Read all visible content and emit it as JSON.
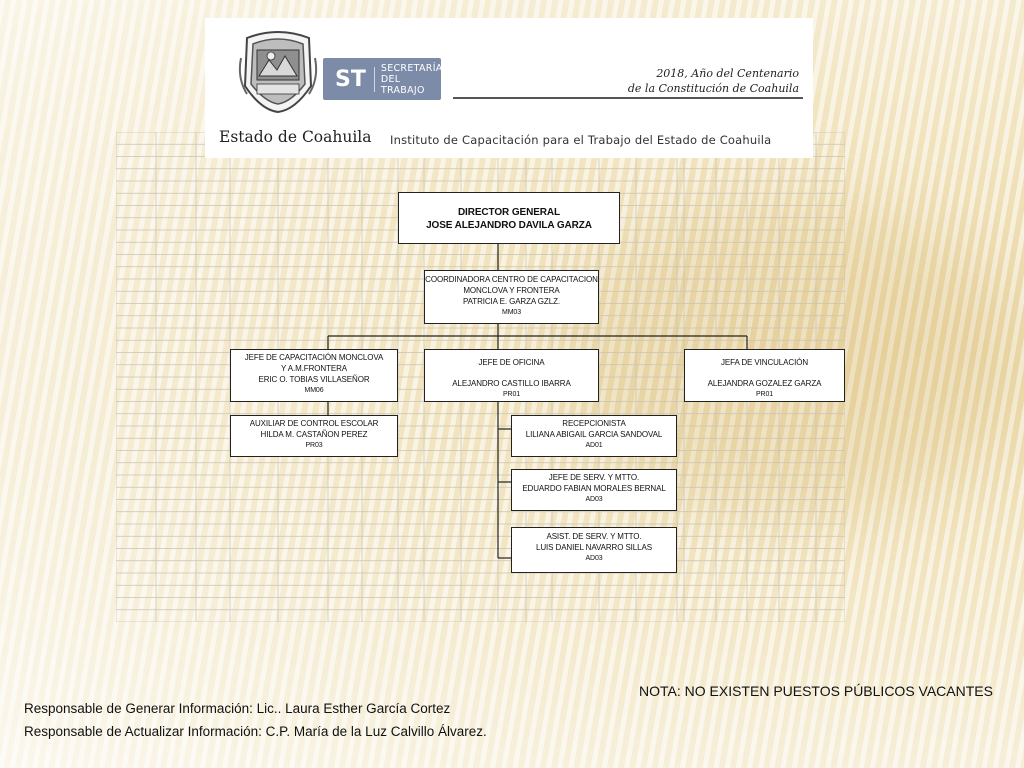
{
  "header": {
    "year_line1": "2018, Año del Centenario",
    "year_line2": "de la Constitución de Coahuila",
    "st_abbr": "ST",
    "st_line1": "SECRETARÍA",
    "st_line2": "DEL TRABAJO",
    "state_name": "Estado de Coahuila",
    "institute": "Instituto de Capacitación para el Trabajo del Estado de Coahuila"
  },
  "org": {
    "director": {
      "title": "DIRECTOR GENERAL",
      "name": "JOSE ALEJANDRO DAVILA GARZA"
    },
    "coordinadora": {
      "title1": "COORDINADORA CENTRO DE CAPACITACION",
      "title2": "MONCLOVA Y FRONTERA",
      "name": "PATRICIA E. GARZA GZLZ.",
      "code": "MM03"
    },
    "jefe_capacitacion": {
      "title1": "JEFE DE CAPACITACIÓN MONCLOVA",
      "title2": "Y A.M.FRONTERA",
      "name": "ERIC O. TOBIAS VILLASEÑOR",
      "code": "MM06"
    },
    "jefe_oficina": {
      "title": "JEFE DE OFICINA",
      "name": "ALEJANDRO CASTILLO IBARRA",
      "code": "PR01"
    },
    "jefa_vinculacion": {
      "title": "JEFA DE VINCULACIÓN",
      "name": "ALEJANDRA GOZALEZ GARZA",
      "code": "PR01"
    },
    "auxiliar": {
      "title": "AUXILIAR DE CONTROL ESCOLAR",
      "name": "HILDA M. CASTAÑON PEREZ",
      "code": "PR03"
    },
    "recepcionista": {
      "title": "RECEPCIONISTA",
      "name": "LILIANA ABIGAIL GARCIA SANDOVAL",
      "code": "AD01"
    },
    "jefe_serv": {
      "title": "JEFE DE SERV. Y MTTO.",
      "name": "EDUARDO FABIAN MORALES BERNAL",
      "code": "AD03"
    },
    "asist_serv": {
      "title": "ASIST. DE SERV. Y MTTO.",
      "name": "LUIS DANIEL NAVARRO SILLAS",
      "code": "AD03"
    }
  },
  "footer": {
    "nota": "NOTA: NO EXISTEN PUESTOS PÚBLICOS VACANTES",
    "resp_generar": "Responsable de Generar Información: Lic.. Laura Esther García Cortez",
    "resp_actualizar": "Responsable de Actualizar Información: C.P. María de la Luz Calvillo Álvarez."
  }
}
